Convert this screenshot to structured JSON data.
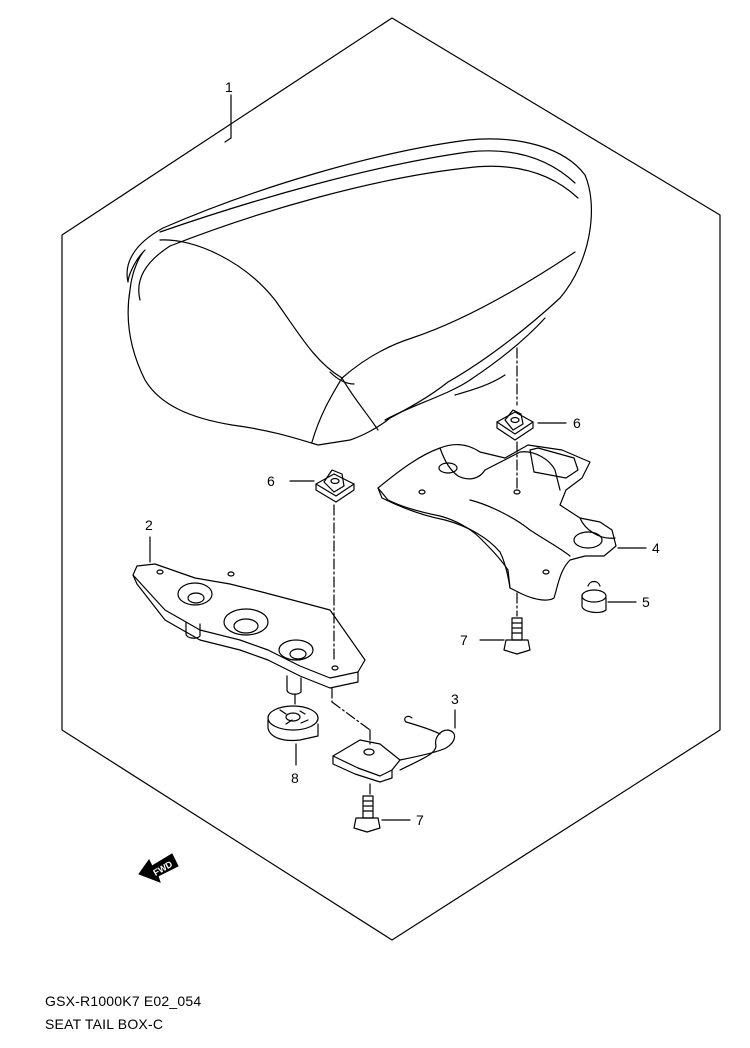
{
  "callouts": {
    "c1": "1",
    "c2": "2",
    "c3": "3",
    "c4": "4",
    "c5": "5",
    "c6a": "6",
    "c6b": "6",
    "c7a": "7",
    "c7b": "7",
    "c8": "8"
  },
  "fwd_label": "FWD",
  "caption": {
    "code": "GSX-R1000K7 E02_054",
    "title": "SEAT TAIL BOX-C"
  }
}
